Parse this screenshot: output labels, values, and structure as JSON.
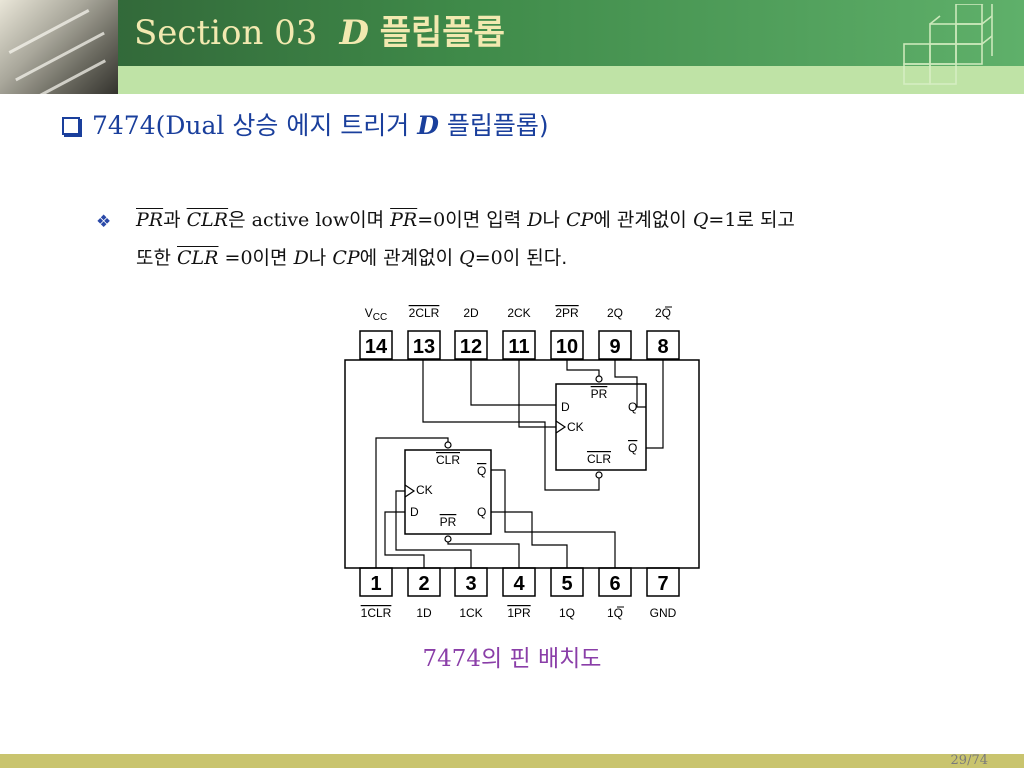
{
  "header": {
    "section": "Section 03",
    "title_var": "D",
    "title_kor": "플립플롭"
  },
  "heading": {
    "prefix": "7474(Dual",
    "kor": "상승 에지 트리거",
    "dvar": "D",
    "suffix": "플립플롭)"
  },
  "bullet": {
    "line1": {
      "pr": "PR",
      "kor_gwa": "과",
      "clr": "CLR",
      "kor_eun": "은",
      "active_low": "active low",
      "kor_imyeo": "이며",
      "pr2": "PR",
      "eq0a": "=0",
      "kor_imyeon_ipryeok": "이면 입력",
      "d": "D",
      "kor_na": "나",
      "cp": "CP",
      "kor_e_gwangye": "에 관계없이",
      "q": "Q",
      "eq1": "=1",
      "kor_ro_doego": "로 되고"
    },
    "line2": {
      "kor_ttohan": "또한",
      "clr": "CLR",
      "eq0a": "=0",
      "kor_imyeon": "이면",
      "d": "D",
      "kor_na": "나",
      "cp": "CP",
      "kor_e_gwangye": "에 관계없이",
      "q": "Q",
      "eq0b": "=0",
      "kor_i_doenda": "이 된다."
    }
  },
  "pin_diagram": {
    "top_pins": [
      {
        "num": "14",
        "label": "V",
        "sub": "CC",
        "bar": false
      },
      {
        "num": "13",
        "label": "2CLR",
        "sub": "",
        "bar": true
      },
      {
        "num": "12",
        "label": "2D",
        "sub": "",
        "bar": false
      },
      {
        "num": "11",
        "label": "2CK",
        "sub": "",
        "bar": false
      },
      {
        "num": "10",
        "label": "2PR",
        "sub": "",
        "bar": true
      },
      {
        "num": "9",
        "label": "2Q",
        "sub": "",
        "bar": false
      },
      {
        "num": "8",
        "label": "2Q",
        "sub": "",
        "bar": "q"
      }
    ],
    "bottom_pins": [
      {
        "num": "1",
        "label": "1CLR",
        "bar": true
      },
      {
        "num": "2",
        "label": "1D",
        "bar": false
      },
      {
        "num": "3",
        "label": "1CK",
        "bar": false
      },
      {
        "num": "4",
        "label": "1PR",
        "bar": true
      },
      {
        "num": "5",
        "label": "1Q",
        "bar": false
      },
      {
        "num": "6",
        "label": "1Q",
        "bar": "q"
      },
      {
        "num": "7",
        "label": "GND",
        "bar": false
      }
    ],
    "ff_upper": {
      "pr": "PR",
      "d": "D",
      "q": "Q",
      "ck": "CK",
      "qbar": "Q",
      "clr": "CLR"
    },
    "ff_lower": {
      "clr": "CLR",
      "qbar": "Q",
      "ck": "CK",
      "d": "D",
      "q": "Q",
      "pr": "PR"
    }
  },
  "caption": {
    "num": "7474",
    "kor": "의 핀 배치도"
  },
  "footer": {
    "page": "29/74"
  },
  "colors": {
    "header_green": "#3f8a49",
    "title_text": "#f2e9b0",
    "heading_blue": "#1a3f9c",
    "caption_purple": "#8a3ea8",
    "footer_olive": "#c9c46e"
  }
}
